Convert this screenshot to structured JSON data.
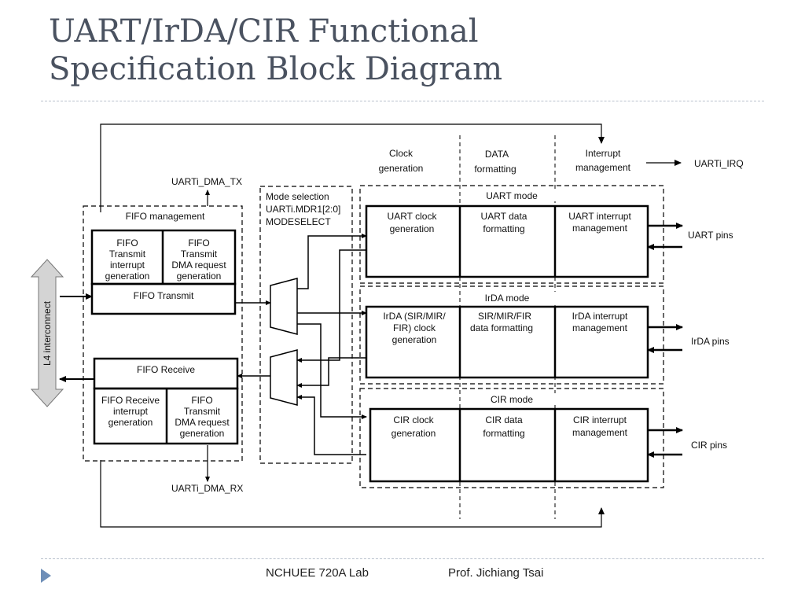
{
  "slide": {
    "title_line1": "UART/IrDA/CIR Functional",
    "title_line2": "Specification Block Diagram"
  },
  "footer": {
    "lab": "NCHUEE 720A Lab",
    "professor": "Prof. Jichiang Tsai"
  },
  "diagram": {
    "top_headers": {
      "clock": [
        "Clock",
        "generation"
      ],
      "data": [
        "DATA",
        "formatting"
      ],
      "interrupt": [
        "Interrupt",
        "management"
      ],
      "irq": "UARTi_IRQ"
    },
    "dma_tx": "UARTi_DMA_TX",
    "dma_rx": "UARTi_DMA_RX",
    "l4": "L4 interconnect",
    "fifo_management": "FIFO management",
    "fifo_tx_interrupt": [
      "FIFO",
      "Transmit",
      "interrupt",
      "generation"
    ],
    "fifo_tx_dma": [
      "FIFO",
      "Transmit",
      "DMA request",
      "generation"
    ],
    "fifo_transmit": "FIFO Transmit",
    "fifo_receive": "FIFO Receive",
    "fifo_rx_interrupt": [
      "FIFO Receive",
      "interrupt",
      "generation"
    ],
    "fifo_rx_dma": [
      "FIFO",
      "Transmit",
      "DMA request",
      "generation"
    ],
    "mode_selection": [
      "Mode selection",
      "UARTi.MDR1[2:0]",
      "MODESELECT"
    ],
    "uart_mode": {
      "label": "UART mode",
      "clock": [
        "UART clock",
        "generation"
      ],
      "data": [
        "UART data",
        "formatting"
      ],
      "interrupt": [
        "UART interrupt",
        "management"
      ],
      "pins": "UART pins"
    },
    "irda_mode": {
      "label": "IrDA mode",
      "clock": [
        "IrDA (SIR/MIR/",
        "FIR) clock",
        "generation"
      ],
      "data": [
        "SIR/MIR/FIR",
        "data formatting"
      ],
      "interrupt": [
        "IrDA interrupt",
        "management"
      ],
      "pins": "IrDA pins"
    },
    "cir_mode": {
      "label": "CIR mode",
      "clock": [
        "CIR clock",
        "generation"
      ],
      "data": [
        "CIR data",
        "formatting"
      ],
      "interrupt": [
        "CIR interrupt",
        "management"
      ],
      "pins": "CIR pins"
    }
  }
}
